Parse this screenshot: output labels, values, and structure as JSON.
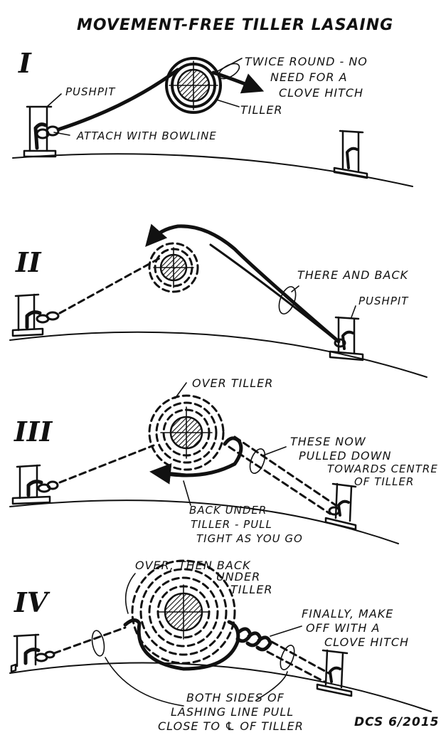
{
  "title": "MOVEMENT-FREE   TILLER LASAING",
  "signature": "DCS  6/2015",
  "panels": [
    {
      "numeral": "I",
      "labels": {
        "pushpit": "PUSHPIT",
        "twice_round_1": "TWICE ROUND - NO",
        "twice_round_2": "NEED FOR A",
        "twice_round_3": "CLOVE HITCH",
        "tiller": "TILLER",
        "attach": "ATTACH WITH BOWLINE"
      }
    },
    {
      "numeral": "II",
      "labels": {
        "there_and_back": "THERE AND BACK",
        "pushpit": "PUSHPIT"
      }
    },
    {
      "numeral": "III",
      "labels": {
        "over_tiller": "OVER TILLER",
        "these_now_1": "THESE NOW",
        "these_now_2": "PULLED DOWN",
        "these_now_3": "TOWARDS CENTRE",
        "these_now_4": "OF TILLER",
        "back_under_1": "BACK UNDER",
        "back_under_2": "TILLER - PULL",
        "back_under_3": "TIGHT AS YOU GO"
      }
    },
    {
      "numeral": "IV",
      "labels": {
        "over_then_1": "OVER, THEN BACK",
        "over_then_2": "UNDER",
        "over_then_3": "TILLER",
        "finally_1": "FINALLY, MAKE",
        "finally_2": "OFF WITH A",
        "finally_3": "CLOVE HITCH",
        "both_sides_1": "BOTH SIDES OF",
        "both_sides_2": "LASHING LINE PULL",
        "both_sides_3": "CLOSE TO ℄ OF TILLER"
      }
    }
  ],
  "icons": [
    "pushpit-stanchion-icon",
    "tiller-cross-section-icon",
    "lashing-line-icon",
    "arrow-icon",
    "hatch-pattern"
  ]
}
